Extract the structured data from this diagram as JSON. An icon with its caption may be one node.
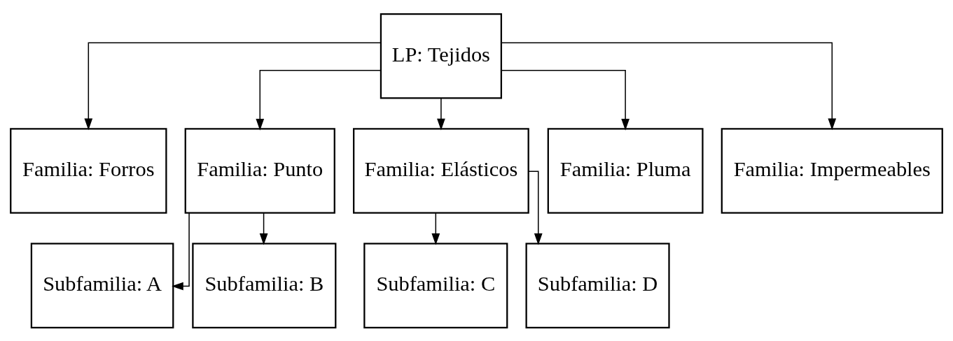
{
  "diagram": {
    "nodes": [
      {
        "text": [
          "LP: Tejidos"
        ]
      },
      {
        "text": [
          "Familia: Forros"
        ]
      },
      {
        "text": [
          "Familia: Punto"
        ]
      },
      {
        "text": [
          "Familia: Elásticos"
        ]
      },
      {
        "text": [
          "Familia: Pluma"
        ]
      },
      {
        "text": [
          "Familia: Impermeables"
        ]
      },
      {
        "text": [
          "Subfamilia: A"
        ]
      },
      {
        "text": [
          "Subfamilia: B"
        ]
      },
      {
        "text": [
          "Subfamilia: C"
        ]
      },
      {
        "text": [
          "Subfamilia: D"
        ]
      }
    ],
    "edges": [
      {
        "from": 0,
        "to": 1,
        "arrow": "to"
      },
      {
        "from": 0,
        "to": 2,
        "arrow": "to"
      },
      {
        "from": 0,
        "to": 3,
        "arrow": "to"
      },
      {
        "from": 0,
        "to": 4,
        "arrow": "to"
      },
      {
        "from": 0,
        "to": 5,
        "arrow": "to"
      },
      {
        "from": 2,
        "to": 6,
        "arrow": "to"
      },
      {
        "from": 2,
        "to": 7,
        "arrow": "to"
      },
      {
        "from": 3,
        "to": 8,
        "arrow": "to"
      },
      {
        "from": 3,
        "to": 9,
        "arrow": "to"
      }
    ]
  }
}
